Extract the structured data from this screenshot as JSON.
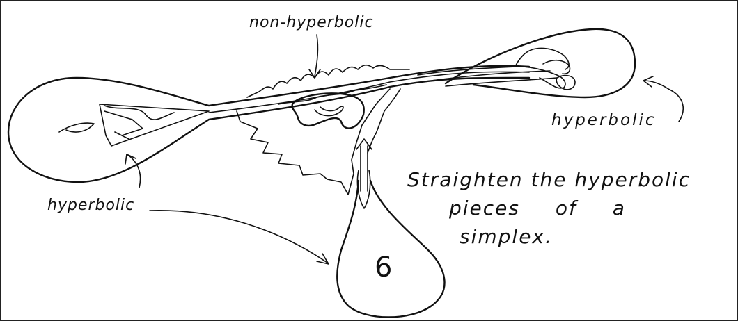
{
  "labels": {
    "non_hyperbolic": "non-hyperbolic",
    "hyperbolic_right": "hyperbolic",
    "hyperbolic_left": "hyperbolic",
    "note_line1": "Straighten the hyperbolic",
    "note_line2": "pieces of a",
    "note_line3": "simplex.",
    "bottom_lobe_mark": "6"
  },
  "style": {
    "ink_color": "#111111",
    "paper_color": "#ffffff"
  }
}
